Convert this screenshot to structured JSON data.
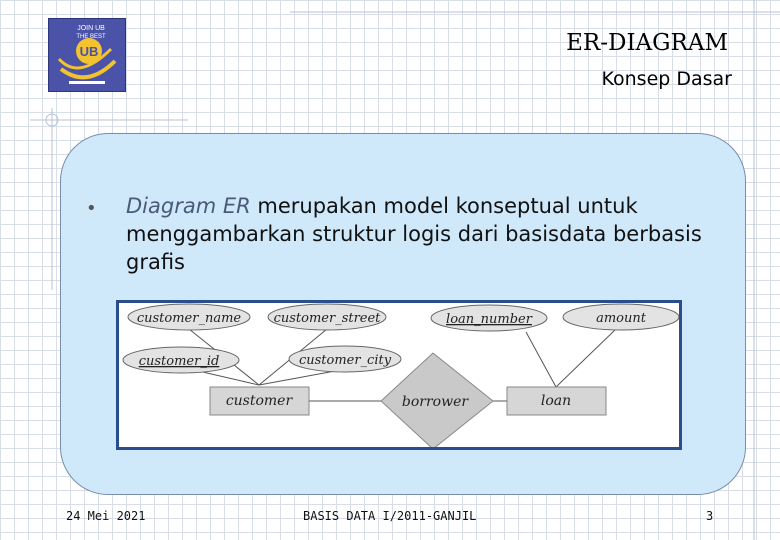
{
  "header": {
    "logo_text_top": "JOIN UB",
    "logo_text_mid": "THE BEST",
    "logo_badge": "UB",
    "title": "ER-DIAGRAM",
    "subtitle": "Konsep Dasar"
  },
  "bullet": {
    "emphasis": "Diagram ER",
    "text": " merupakan model konseptual untuk menggambarkan struktur logis dari basisdata berbasis grafis"
  },
  "er_diagram": {
    "attributes": {
      "customer_name": "customer_name",
      "customer_street": "customer_street",
      "loan_number": "loan_number",
      "amount": "amount",
      "customer_id": "customer_id",
      "customer_city": "customer_city"
    },
    "entities": {
      "customer": "customer",
      "loan": "loan"
    },
    "relationship": "borrower",
    "colors": {
      "entity": "#d6d6d6",
      "attribute": "#e3e3e3",
      "relationship": "#c9c9c9"
    }
  },
  "footer": {
    "date": "24 Mei 2021",
    "course": "BASIS DATA I/2011-GANJIL",
    "page": "3"
  }
}
